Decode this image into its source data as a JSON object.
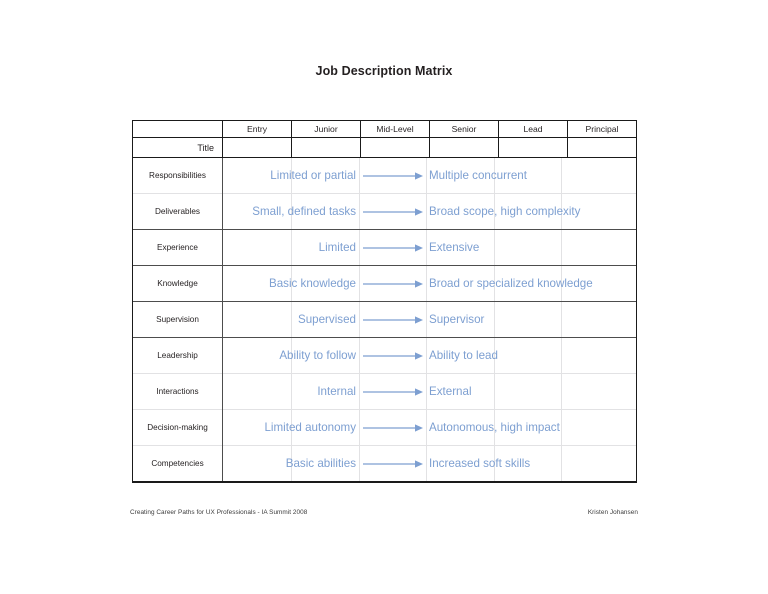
{
  "document": {
    "title": "Job Description Matrix"
  },
  "matrix": {
    "corner_label": "",
    "title_row_label": "Title",
    "levels": [
      "Entry",
      "Junior",
      "Mid-Level",
      "Senior",
      "Lead",
      "Principal"
    ],
    "arrow_icon": "right-arrow-icon",
    "accent_color": "#7d9fd1",
    "rows": [
      {
        "label": "Responsibilities",
        "left": "Limited or partial",
        "right": "Multiple concurrent",
        "separator": "none"
      },
      {
        "label": "Deliverables",
        "left": "Small, defined tasks",
        "right": "Broad scope, high complexity",
        "separator": "light"
      },
      {
        "label": "Experience",
        "left": "Limited",
        "right": "Extensive",
        "separator": "dark"
      },
      {
        "label": "Knowledge",
        "left": "Basic knowledge",
        "right": "Broad or specialized knowledge",
        "separator": "dark"
      },
      {
        "label": "Supervision",
        "left": "Supervised",
        "right": "Supervisor",
        "separator": "dark"
      },
      {
        "label": "Leadership",
        "left": "Ability to follow",
        "right": "Ability to lead",
        "separator": "dark"
      },
      {
        "label": "Interactions",
        "left": "Internal",
        "right": "External",
        "separator": "light"
      },
      {
        "label": "Decision-making",
        "left": "Limited autonomy",
        "right": "Autonomous, high impact",
        "separator": "light"
      },
      {
        "label": "Competencies",
        "left": "Basic abilities",
        "right": "Increased soft skills",
        "separator": "light"
      }
    ]
  },
  "footer": {
    "left": "Creating Career Paths for UX Professionals - IA Summit 2008",
    "right": "Kristen Johansen"
  }
}
